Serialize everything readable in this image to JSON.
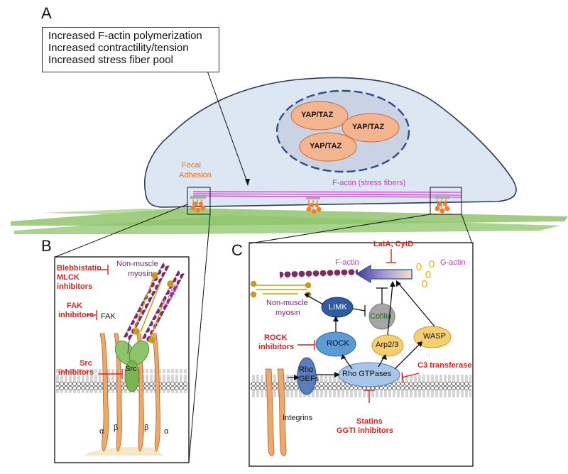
{
  "panels": {
    "a": "A",
    "b": "B",
    "c": "C"
  },
  "info_box": {
    "lines": [
      "Increased F-actin polymerization",
      "Increased contractility/tension",
      "Increased stress fiber pool"
    ]
  },
  "cell": {
    "nucleus_labels": [
      "YAP/TAZ",
      "YAP/TAZ",
      "YAP/TAZ"
    ],
    "focal_adhesion": [
      "Focal",
      "Adhesion"
    ],
    "stress_fibers": "F-actin (stress fibers)"
  },
  "panel_b": {
    "inhibitors": {
      "blebbistatin": "Blebbistatin",
      "mlck": "MLCK",
      "mlck2": "inhibitors",
      "fak": "FAK",
      "fak2": "inhibitors",
      "src": "Src",
      "src2": "inhibitors"
    },
    "myosin": [
      "Non-muscle",
      "myosin"
    ],
    "fak_label": "FAK",
    "src_label": "Src",
    "factin": "F-actin",
    "integrin_labels": [
      "α",
      "β",
      "β",
      "α"
    ]
  },
  "panel_c": {
    "latA": "LatA, CytD",
    "factin": "F-actin",
    "gactin": "G-actin",
    "myosin": [
      "Non-muscle",
      "myosin"
    ],
    "limk": "LIMK",
    "cofilin": "Cofilin",
    "rock_inh": [
      "ROCK",
      "inhibitors"
    ],
    "rock": "ROCK",
    "arp": "Arp2/3",
    "wasp": "WASP",
    "c3": "C3 transferase",
    "rho_gefs": [
      "Rho",
      "GEFs"
    ],
    "rho_gtpases": "Rho GTPases",
    "integrins": "Integrins",
    "statins": "Statins",
    "ggti": "GGTI inhibitors"
  },
  "colors": {
    "red": "#e0201b",
    "cell_fill": "#dde6f3",
    "nucleus_fill": "#c9d3e3",
    "yap_fill": "#f3b58f",
    "substrate": "#8fc46b",
    "factin_bead": "#7b2d63",
    "magenta": "#d52fd5",
    "orange": "#e8731f"
  }
}
